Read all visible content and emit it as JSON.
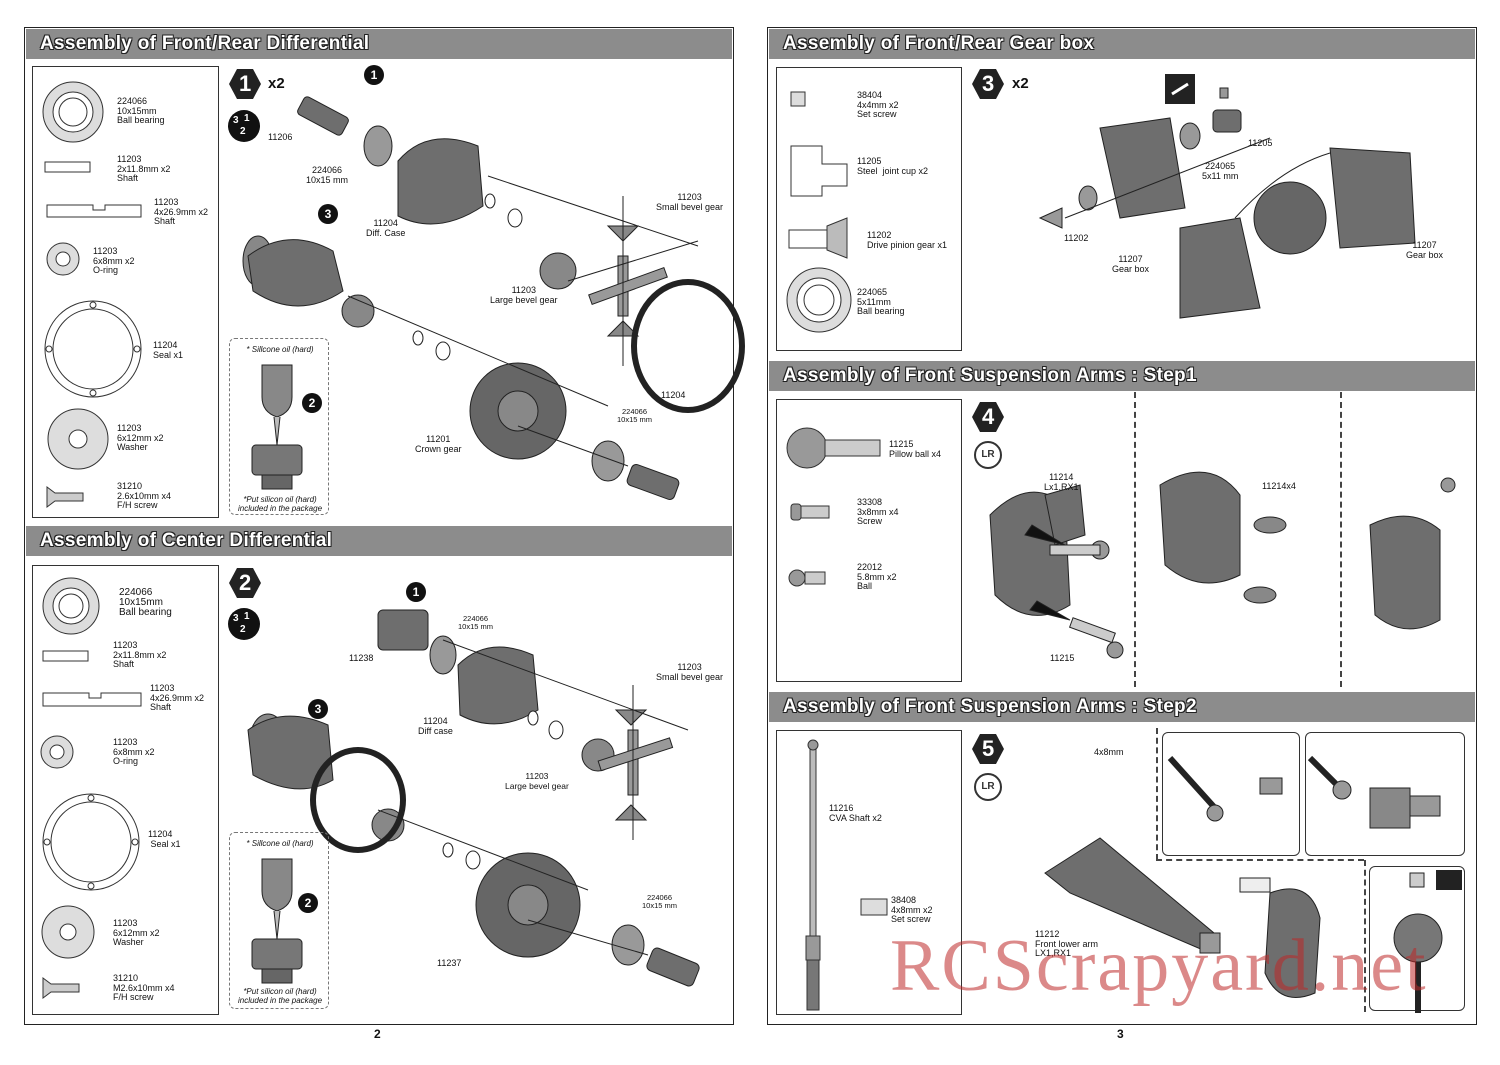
{
  "sections": {
    "front_rear_diff": {
      "title": "Assembly of Front/Rear Differential",
      "step": "1",
      "qty": "x2"
    },
    "center_diff": {
      "title": "Assembly of Center Differential",
      "step": "2"
    },
    "gearbox": {
      "title": "Assembly of Front/Rear Gear box",
      "step": "3",
      "qty": "x2"
    },
    "susp1": {
      "title": "Assembly of Front Suspension Arms : Step1",
      "step": "4"
    },
    "susp2": {
      "title": "Assembly of Front Suspension Arms : Step2",
      "step": "5"
    }
  },
  "sequence_badge": [
    "3",
    "1",
    "2"
  ],
  "sub_steps": {
    "one": "1",
    "two": "2",
    "three": "3"
  },
  "lr_badge": "LR",
  "parts": {
    "frd": [
      "224066\n10x15mm\nBall bearing",
      "11203\n2x11.8mm x2\nShaft",
      "11203\n4x26.9mm x2\nShaft",
      "11203\n6x8mm x2\nO-ring",
      "11204\nSeal x1",
      "11203\n6x12mm x2\nWasher",
      "31210\n2.6x10mm x4\nF/H screw"
    ],
    "cd": [
      "224066\n10x15mm\nBall bearing",
      "11203\n2x11.8mm x2\nShaft",
      "11203\n4x26.9mm x2\nShaft",
      "11203\n6x8mm x2\nO-ring",
      "11204\n Seal x1",
      "11203\n6x12mm x2\nWasher",
      "31210\nM2.6x10mm x4\nF/H screw"
    ],
    "gb": [
      "38404\n4x4mm x2\nSet screw",
      "11205\nSteel  joint cup x2",
      "11202\nDrive pinion gear x1",
      "224065\n5x11mm\nBall bearing"
    ],
    "s1": [
      "11215\nPillow ball x4",
      "33308\n3x8mm x4\nScrew",
      "22012\n5.8mm x2\nBall"
    ],
    "s2": [
      "11216\nCVA Shaft x2",
      "38408\n4x8mm x2\nSet screw"
    ]
  },
  "labels": {
    "frd": {
      "a": "11206",
      "b": "224066\n10x15 mm",
      "c": "11204\nDiff. Case",
      "d": "11203\nSmall bevel gear",
      "e": "11203\nLarge bevel gear",
      "f": "11204",
      "g": "224066\n10x15 mm",
      "h": "11201\nCrown gear"
    },
    "cd": {
      "a": "11238",
      "b": "224066\n10x15 mm",
      "c": "11204\nDiff case",
      "d": "11203\nSmall bevel gear",
      "e": "11203\nLarge bevel gear",
      "f": "224066\n10x15 mm",
      "g": "11237"
    },
    "gb": {
      "a": "11205",
      "b": "224065\n5x11 mm",
      "c": "11202",
      "d": "11207\nGear box",
      "e": "11207\nGear box"
    },
    "s1": {
      "a": "11214\nLx1,RX1",
      "b": "11215",
      "c": "11214x4"
    },
    "s2": {
      "a": "4x8mm",
      "b": "11212\nFront lower arm\nLX1,RX1"
    }
  },
  "oil": {
    "title": "* Sillcone oil (hard)",
    "note": "*Put silicon oil (hard)\nincluded in the package"
  },
  "pages": {
    "left": "2",
    "right": "3"
  },
  "watermark": "RCScrapyard.net"
}
